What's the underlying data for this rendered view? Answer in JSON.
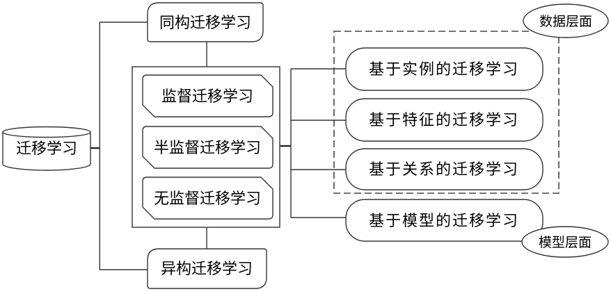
{
  "diagram": {
    "title": "transfer-learning-taxonomy",
    "root": {
      "label": "迁移学习"
    },
    "structure_branches": [
      {
        "label": "同构迁移学习"
      },
      {
        "label": "异构迁移学习"
      }
    ],
    "supervision_branches": [
      {
        "label": "监督迁移学习"
      },
      {
        "label": "半监督迁移学习"
      },
      {
        "label": "无监督迁移学习"
      }
    ],
    "approach_branches": [
      {
        "label": "基于实例的迁移学习"
      },
      {
        "label": "基于特征的迁移学习"
      },
      {
        "label": "基于关系的迁移学习"
      },
      {
        "label": "基于模型的迁移学习"
      }
    ],
    "level_tags": {
      "data_level": "数据层面",
      "model_level": "模型层面"
    },
    "colors": {
      "stroke": "#333333",
      "text": "#000000",
      "background": "#ffffff"
    }
  }
}
